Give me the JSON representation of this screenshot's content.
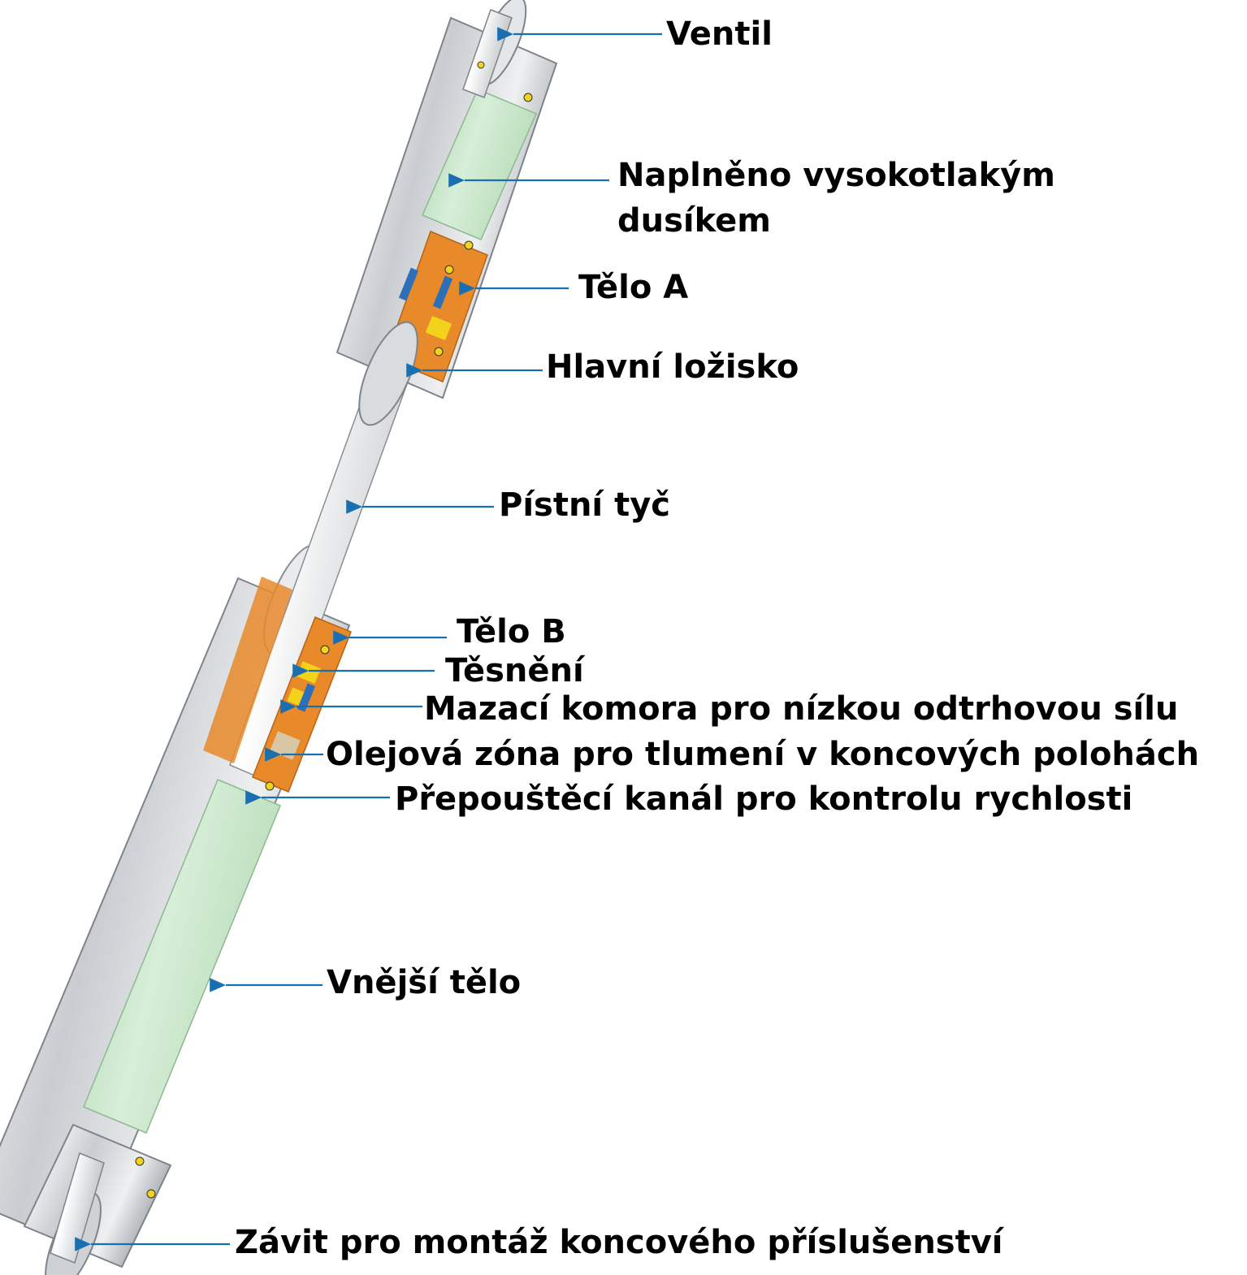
{
  "colors": {
    "leader": "#1a6fb0",
    "gas": "#cbe8cc",
    "metal": "#d6d8da",
    "bearing": "#e8892a",
    "seal": "#f2d21a",
    "seal_blue": "#2d6fb8",
    "label": "#000000"
  },
  "labels": {
    "ventil": "Ventil",
    "gas_line1": "Naplněno vysokotlakým",
    "gas_line2": "dusíkem",
    "body_a": "Tělo A",
    "main_bearing": "Hlavní ložisko",
    "piston_rod": "Pístní tyč",
    "body_b": "Tělo B",
    "seal": "Těsnění",
    "lube_chamber": "Mazací komora pro nízkou odtrhovou sílu",
    "oil_zone": "Olejová zóna pro tlumení v koncových polohách",
    "bypass": "Přepouštěcí kanál pro kontrolu rychlosti",
    "outer_body": "Vnější tělo",
    "thread": "Závit pro montáž koncového příslušenství"
  },
  "icons": {
    "leader_arrow": "arrowhead-icon"
  }
}
